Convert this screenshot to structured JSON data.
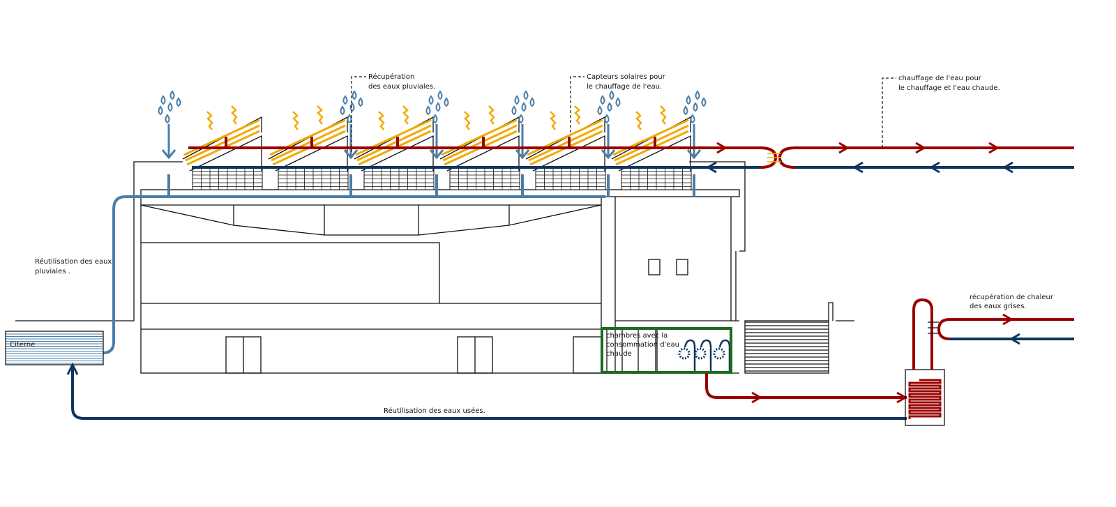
{
  "labels": {
    "rain_recovery": [
      "Récupération",
      "des eaux pluviales."
    ],
    "solar_collectors": [
      "Capteurs solaires pour",
      "le chauffage de l'eau."
    ],
    "water_heating": [
      "chauffage de l'eau pour",
      "le chauffage et l'eau chaude."
    ],
    "rain_reuse": [
      "Réutilisation des eaux",
      "pluviales ."
    ],
    "tank": "Citerne",
    "rooms": [
      "chambres avec la",
      "consommation d'eau",
      "chaude"
    ],
    "greywater_heat": [
      "récupération de chaleur",
      "des eaux grises."
    ],
    "wastewater_reuse": "Réutilisation des eaux usées."
  },
  "colors": {
    "hot": "#9b0000",
    "cold": "#0d3560",
    "rain": "#4a7ea8",
    "solar": "#f2a900",
    "rooms_frame": "#1e6b1e",
    "tank_water": "#4a7ea8"
  },
  "roof_modules": 6
}
